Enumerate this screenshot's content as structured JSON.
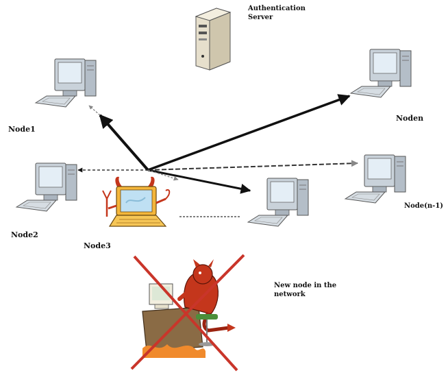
{
  "server": {
    "label_line1": "Authentication",
    "label_line2": "Server"
  },
  "nodes": [
    {
      "id": "node1",
      "label": "Node1"
    },
    {
      "id": "node2",
      "label": "Node2"
    },
    {
      "id": "node3",
      "label": "Node3"
    },
    {
      "id": "noden",
      "label": "Noden"
    },
    {
      "id": "noden1",
      "label": "Node(n-1)"
    }
  ],
  "attacker": {
    "label_line1": "New node in the",
    "label_line2": "network"
  },
  "icons": [
    "server-icon",
    "desktop-computer-icon",
    "malicious-laptop-icon",
    "devil-hacker-icon",
    "cross-out-mark-icon"
  ],
  "colors": {
    "ink": "#111111",
    "monitor": "#b9c4ce",
    "screen": "#cfe3f2",
    "laptop": "#f4b63a",
    "devil": "#c4361c",
    "cross": "#c9352a"
  }
}
